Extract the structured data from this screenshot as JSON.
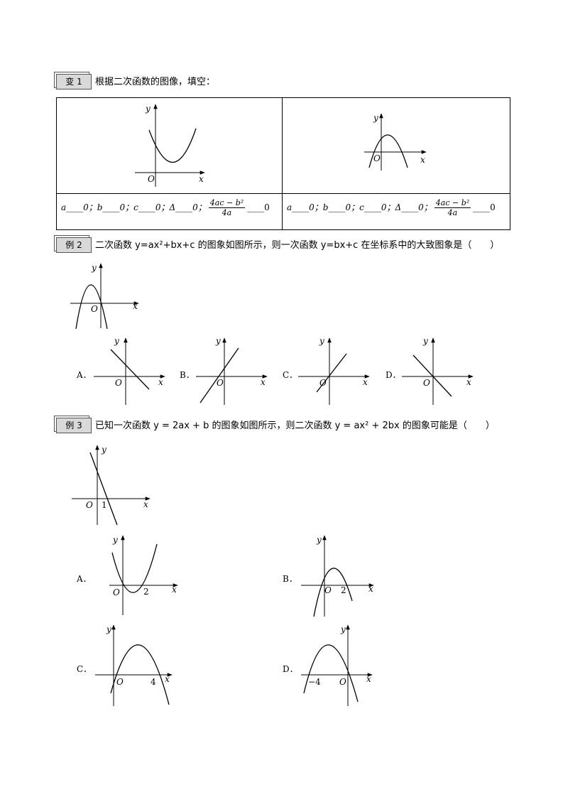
{
  "q1": {
    "tag": "变 1",
    "text": "根据二次函数的图像，填空：",
    "cond_left": "a____0；b____0；c____0；Δ____0；",
    "cond_right": "a____0；b____0；c____0；Δ____0；",
    "frac_num": "4ac − b²",
    "frac_den": "4a",
    "frac_blank": "____0"
  },
  "q2": {
    "tag": "例 2",
    "text": "二次函数 y=ax²+bx+c 的图象如图所示，则一次函数 y=bx+c 在坐标系中的大致图象是（　　）",
    "options": [
      "A．",
      "B．",
      "C．",
      "D．"
    ]
  },
  "q3": {
    "tag": "例 3",
    "text": "已知一次函数 y = 2ax + b 的图象如图所示，则二次函数 y = ax² + 2bx 的图象可能是（　　）",
    "options": [
      "A．",
      "B．",
      "C．",
      "D．"
    ]
  },
  "axis": {
    "x": "x",
    "y": "y",
    "o": "O"
  },
  "ticks": {
    "one": "1",
    "two": "2",
    "four": "4",
    "neg_four": "−4"
  }
}
